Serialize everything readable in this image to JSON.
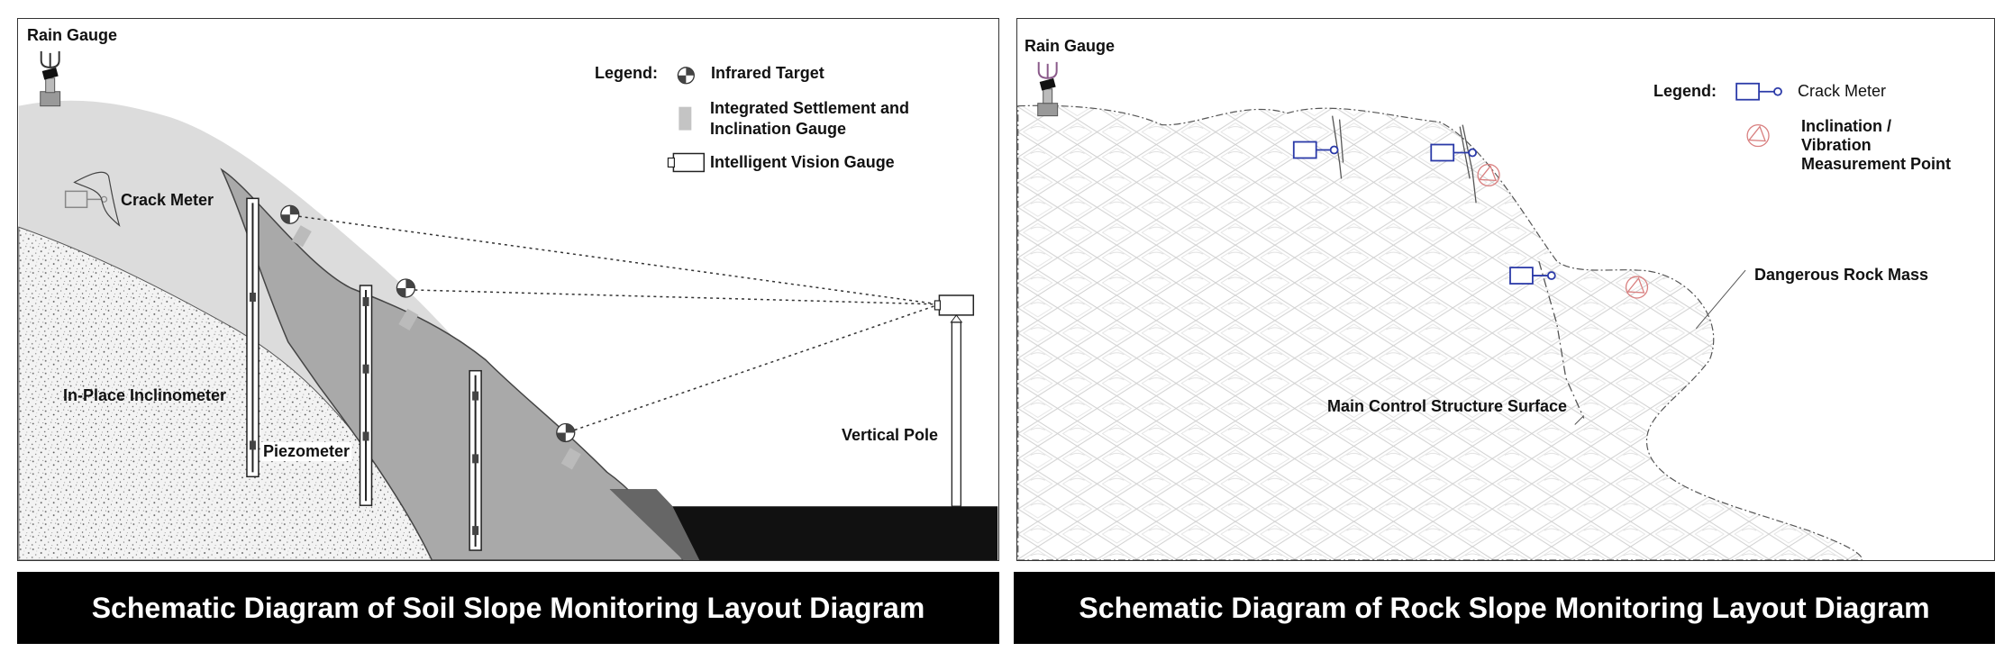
{
  "soil": {
    "rain_gauge": "Rain Gauge",
    "legend_label": "Legend:",
    "legend_infrared": "Infrared Target",
    "legend_settlement_line1": "Integrated Settlement and",
    "legend_settlement_line2": "Inclination Gauge",
    "legend_vision": "Intelligent Vision Gauge",
    "crack_meter": "Crack Meter",
    "inclinometer": "In-Place Inclinometer",
    "piezometer": "Piezometer",
    "vertical_pole": "Vertical Pole",
    "title": "Schematic Diagram of Soil Slope Monitoring Layout Diagram"
  },
  "rock": {
    "rain_gauge": "Rain Gauge",
    "legend_label": "Legend:",
    "legend_crack": "Crack Meter",
    "legend_incl_line1": "Inclination /",
    "legend_incl_line2": "Vibration",
    "legend_incl_line3": "Measurement Point",
    "dangerous_rock": "Dangerous Rock Mass",
    "main_control": "Main Control Structure Surface",
    "title": "Schematic Diagram of Rock Slope Monitoring Layout Diagram"
  },
  "colors": {
    "soil_fill_light": "#dcdcdc",
    "soil_fill_mid": "#a9a9a9",
    "ground_dark": "#111111",
    "crack_meter_blue": "#2b3aa8",
    "incl_point_red": "#d98080",
    "title_bar": "#000000"
  },
  "icons": [
    "rain-gauge-icon",
    "infrared-target-icon",
    "settlement-gauge-icon",
    "vision-gauge-icon",
    "crack-meter-icon",
    "inclination-point-icon"
  ]
}
